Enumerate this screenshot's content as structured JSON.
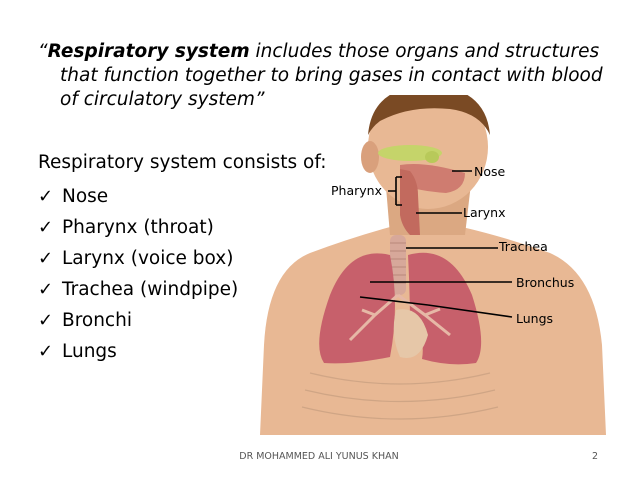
{
  "quote": {
    "open": "“",
    "term": "Respiratory system",
    "rest": " includes those organs and structures that function together to bring gases in contact with blood of circulatory system”"
  },
  "heading": "Respiratory system consists of:",
  "list_items": [
    "Nose",
    "Pharynx (throat)",
    "Larynx (voice box)",
    "Trachea (windpipe)",
    "Bronchi",
    "Lungs"
  ],
  "check_glyph": "✓",
  "diagram_labels": {
    "nose": "Nose",
    "pharynx": "Pharynx",
    "larynx": "Larynx",
    "trachea": "Trachea",
    "bronchus": "Bronchus",
    "lungs": "Lungs"
  },
  "footer": {
    "author": "DR MOHAMMED ALI YUNUS KHAN",
    "page": "2"
  },
  "colors": {
    "skin": "#e8b894",
    "hair": "#7a4a24",
    "lung": "#c7606b",
    "airway": "#d7a89a"
  }
}
